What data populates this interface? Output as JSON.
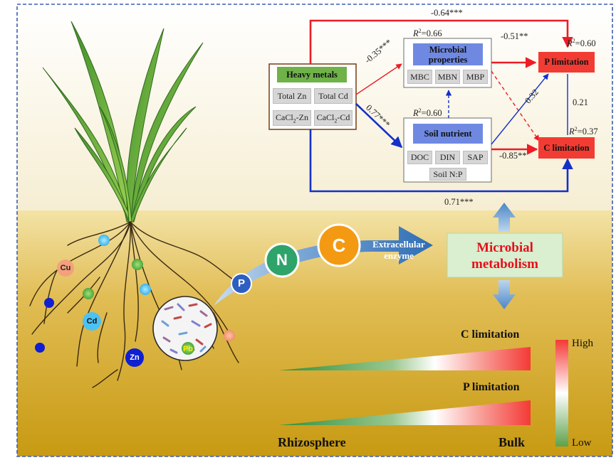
{
  "heavy_metals": {
    "title": "Heavy metals",
    "items": [
      "Total Zn",
      "Total Cd",
      "CaCl2-Zn",
      "CaCl2-Cd"
    ],
    "subscript": "2"
  },
  "microbial_properties": {
    "title": "Microbial properties",
    "r2": "=0.66",
    "items": [
      "MBC",
      "MBN",
      "MBP"
    ]
  },
  "soil_nutrient": {
    "title": "Soil nutrient",
    "r2": "=0.60",
    "items": [
      "DOC",
      "DIN",
      "SAP",
      "Soil N:P"
    ]
  },
  "p_limitation_box": {
    "title": "P limitation",
    "r2": "=0.60"
  },
  "c_limitation_box": {
    "title": "C limitation",
    "r2": "=0.37"
  },
  "r2_symbol": "R",
  "paths": {
    "top": "-0.64***",
    "hm_to_mp": "-0.35***",
    "hm_to_sn": "0.77***",
    "mp_to_p": "-0.51**",
    "sn_to_p": "0.32",
    "p_to_c": "0.21",
    "sn_to_c": "-0.85**",
    "bottom": "0.71***"
  },
  "ions": [
    "Cu",
    "Cd",
    "Zn",
    "Pb"
  ],
  "nutrients": [
    "P",
    "N",
    "C"
  ],
  "enzyme_label": "Extracellular enzyme",
  "metabolism": "Microbial metabolism",
  "gradient": {
    "c_label": "C limitation",
    "p_label": "P limitation",
    "left_label": "Rhizosphere",
    "right_label": "Bulk",
    "high": "High",
    "low": "Low"
  },
  "colors": {
    "sky": "#ffffff",
    "soil_top": "#f2df9e",
    "soil_bottom": "#c79a16",
    "red_path": "#ee1c25",
    "blue_path": "#1530c8",
    "metal_header": "#6fb24a",
    "sn_header": "#6f89e3",
    "limitation_box": "#f23c33",
    "metabolism_box": "#d9efcf",
    "metabolism_text": "#e5101b"
  }
}
